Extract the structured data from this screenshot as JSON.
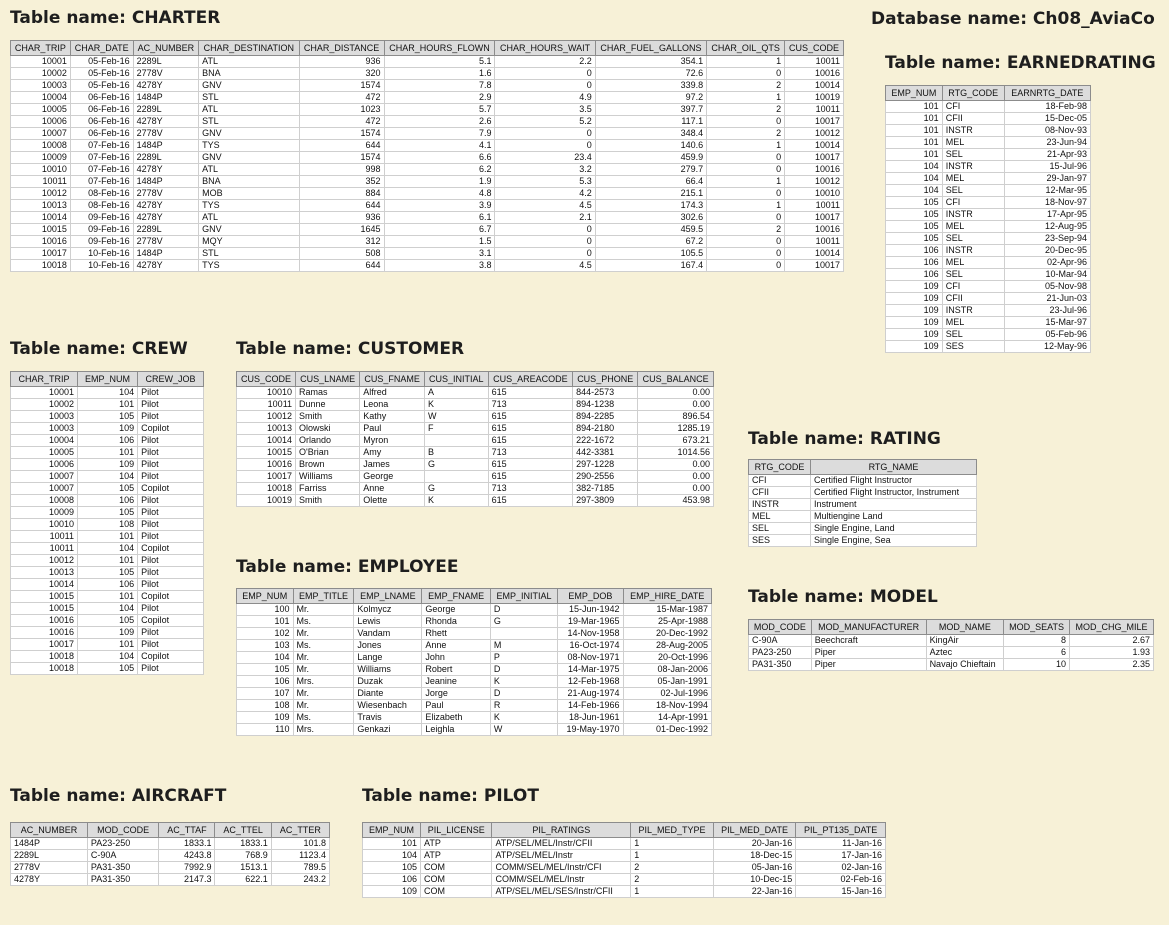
{
  "database_title": "Database name: Ch08_AviaCo",
  "tables": [
    {
      "id": "charter",
      "title": "Table name: CHARTER",
      "columns": [
        "CHAR_TRIP",
        "CHAR_DATE",
        "AC_NUMBER",
        "CHAR_DESTINATION",
        "CHAR_DISTANCE",
        "CHAR_HOURS_FLOWN",
        "CHAR_HOURS_WAIT",
        "CHAR_FUEL_GALLONS",
        "CHAR_OIL_QTS",
        "CUS_CODE"
      ],
      "align": [
        "n",
        "n",
        "l",
        "l",
        "n",
        "n",
        "n",
        "n",
        "n",
        "n"
      ],
      "rows": [
        [
          "10001",
          "05-Feb-16",
          "2289L",
          "ATL",
          "936",
          "5.1",
          "2.2",
          "354.1",
          "1",
          "10011"
        ],
        [
          "10002",
          "05-Feb-16",
          "2778V",
          "BNA",
          "320",
          "1.6",
          "0",
          "72.6",
          "0",
          "10016"
        ],
        [
          "10003",
          "05-Feb-16",
          "4278Y",
          "GNV",
          "1574",
          "7.8",
          "0",
          "339.8",
          "2",
          "10014"
        ],
        [
          "10004",
          "06-Feb-16",
          "1484P",
          "STL",
          "472",
          "2.9",
          "4.9",
          "97.2",
          "1",
          "10019"
        ],
        [
          "10005",
          "06-Feb-16",
          "2289L",
          "ATL",
          "1023",
          "5.7",
          "3.5",
          "397.7",
          "2",
          "10011"
        ],
        [
          "10006",
          "06-Feb-16",
          "4278Y",
          "STL",
          "472",
          "2.6",
          "5.2",
          "117.1",
          "0",
          "10017"
        ],
        [
          "10007",
          "06-Feb-16",
          "2778V",
          "GNV",
          "1574",
          "7.9",
          "0",
          "348.4",
          "2",
          "10012"
        ],
        [
          "10008",
          "07-Feb-16",
          "1484P",
          "TYS",
          "644",
          "4.1",
          "0",
          "140.6",
          "1",
          "10014"
        ],
        [
          "10009",
          "07-Feb-16",
          "2289L",
          "GNV",
          "1574",
          "6.6",
          "23.4",
          "459.9",
          "0",
          "10017"
        ],
        [
          "10010",
          "07-Feb-16",
          "4278Y",
          "ATL",
          "998",
          "6.2",
          "3.2",
          "279.7",
          "0",
          "10016"
        ],
        [
          "10011",
          "07-Feb-16",
          "1484P",
          "BNA",
          "352",
          "1.9",
          "5.3",
          "66.4",
          "1",
          "10012"
        ],
        [
          "10012",
          "08-Feb-16",
          "2778V",
          "MOB",
          "884",
          "4.8",
          "4.2",
          "215.1",
          "0",
          "10010"
        ],
        [
          "10013",
          "08-Feb-16",
          "4278Y",
          "TYS",
          "644",
          "3.9",
          "4.5",
          "174.3",
          "1",
          "10011"
        ],
        [
          "10014",
          "09-Feb-16",
          "4278Y",
          "ATL",
          "936",
          "6.1",
          "2.1",
          "302.6",
          "0",
          "10017"
        ],
        [
          "10015",
          "09-Feb-16",
          "2289L",
          "GNV",
          "1645",
          "6.7",
          "0",
          "459.5",
          "2",
          "10016"
        ],
        [
          "10016",
          "09-Feb-16",
          "2778V",
          "MQY",
          "312",
          "1.5",
          "0",
          "67.2",
          "0",
          "10011"
        ],
        [
          "10017",
          "10-Feb-16",
          "1484P",
          "STL",
          "508",
          "3.1",
          "0",
          "105.5",
          "0",
          "10014"
        ],
        [
          "10018",
          "10-Feb-16",
          "4278Y",
          "TYS",
          "644",
          "3.8",
          "4.5",
          "167.4",
          "0",
          "10017"
        ]
      ]
    },
    {
      "id": "earnedrating",
      "title": "Table name: EARNEDRATING",
      "columns": [
        "EMP_NUM",
        "RTG_CODE",
        "EARNRTG_DATE"
      ],
      "align": [
        "n",
        "l",
        "n"
      ],
      "rows": [
        [
          "101",
          "CFI",
          "18-Feb-98"
        ],
        [
          "101",
          "CFII",
          "15-Dec-05"
        ],
        [
          "101",
          "INSTR",
          "08-Nov-93"
        ],
        [
          "101",
          "MEL",
          "23-Jun-94"
        ],
        [
          "101",
          "SEL",
          "21-Apr-93"
        ],
        [
          "104",
          "INSTR",
          "15-Jul-96"
        ],
        [
          "104",
          "MEL",
          "29-Jan-97"
        ],
        [
          "104",
          "SEL",
          "12-Mar-95"
        ],
        [
          "105",
          "CFI",
          "18-Nov-97"
        ],
        [
          "105",
          "INSTR",
          "17-Apr-95"
        ],
        [
          "105",
          "MEL",
          "12-Aug-95"
        ],
        [
          "105",
          "SEL",
          "23-Sep-94"
        ],
        [
          "106",
          "INSTR",
          "20-Dec-95"
        ],
        [
          "106",
          "MEL",
          "02-Apr-96"
        ],
        [
          "106",
          "SEL",
          "10-Mar-94"
        ],
        [
          "109",
          "CFI",
          "05-Nov-98"
        ],
        [
          "109",
          "CFII",
          "21-Jun-03"
        ],
        [
          "109",
          "INSTR",
          "23-Jul-96"
        ],
        [
          "109",
          "MEL",
          "15-Mar-97"
        ],
        [
          "109",
          "SEL",
          "05-Feb-96"
        ],
        [
          "109",
          "SES",
          "12-May-96"
        ]
      ]
    },
    {
      "id": "crew",
      "title": "Table name: CREW",
      "columns": [
        "CHAR_TRIP",
        "EMP_NUM",
        "CREW_JOB"
      ],
      "align": [
        "n",
        "n",
        "l"
      ],
      "rows": [
        [
          "10001",
          "104",
          "Pilot"
        ],
        [
          "10002",
          "101",
          "Pilot"
        ],
        [
          "10003",
          "105",
          "Pilot"
        ],
        [
          "10003",
          "109",
          "Copilot"
        ],
        [
          "10004",
          "106",
          "Pilot"
        ],
        [
          "10005",
          "101",
          "Pilot"
        ],
        [
          "10006",
          "109",
          "Pilot"
        ],
        [
          "10007",
          "104",
          "Pilot"
        ],
        [
          "10007",
          "105",
          "Copilot"
        ],
        [
          "10008",
          "106",
          "Pilot"
        ],
        [
          "10009",
          "105",
          "Pilot"
        ],
        [
          "10010",
          "108",
          "Pilot"
        ],
        [
          "10011",
          "101",
          "Pilot"
        ],
        [
          "10011",
          "104",
          "Copilot"
        ],
        [
          "10012",
          "101",
          "Pilot"
        ],
        [
          "10013",
          "105",
          "Pilot"
        ],
        [
          "10014",
          "106",
          "Pilot"
        ],
        [
          "10015",
          "101",
          "Copilot"
        ],
        [
          "10015",
          "104",
          "Pilot"
        ],
        [
          "10016",
          "105",
          "Copilot"
        ],
        [
          "10016",
          "109",
          "Pilot"
        ],
        [
          "10017",
          "101",
          "Pilot"
        ],
        [
          "10018",
          "104",
          "Copilot"
        ],
        [
          "10018",
          "105",
          "Pilot"
        ]
      ]
    },
    {
      "id": "customer",
      "title": "Table name: CUSTOMER",
      "columns": [
        "CUS_CODE",
        "CUS_LNAME",
        "CUS_FNAME",
        "CUS_INITIAL",
        "CUS_AREACODE",
        "CUS_PHONE",
        "CUS_BALANCE"
      ],
      "align": [
        "n",
        "l",
        "l",
        "l",
        "l",
        "l",
        "n"
      ],
      "rows": [
        [
          "10010",
          "Ramas",
          "Alfred",
          "A",
          "615",
          "844-2573",
          "0.00"
        ],
        [
          "10011",
          "Dunne",
          "Leona",
          "K",
          "713",
          "894-1238",
          "0.00"
        ],
        [
          "10012",
          "Smith",
          "Kathy",
          "W",
          "615",
          "894-2285",
          "896.54"
        ],
        [
          "10013",
          "Olowski",
          "Paul",
          "F",
          "615",
          "894-2180",
          "1285.19"
        ],
        [
          "10014",
          "Orlando",
          "Myron",
          "",
          "615",
          "222-1672",
          "673.21"
        ],
        [
          "10015",
          "O'Brian",
          "Amy",
          "B",
          "713",
          "442-3381",
          "1014.56"
        ],
        [
          "10016",
          "Brown",
          "James",
          "G",
          "615",
          "297-1228",
          "0.00"
        ],
        [
          "10017",
          "Williams",
          "George",
          "",
          "615",
          "290-2556",
          "0.00"
        ],
        [
          "10018",
          "Farriss",
          "Anne",
          "G",
          "713",
          "382-7185",
          "0.00"
        ],
        [
          "10019",
          "Smith",
          "Olette",
          "K",
          "615",
          "297-3809",
          "453.98"
        ]
      ]
    },
    {
      "id": "rating",
      "title": "Table name: RATING",
      "columns": [
        "RTG_CODE",
        "RTG_NAME"
      ],
      "align": [
        "l",
        "l"
      ],
      "rows": [
        [
          "CFI",
          "Certified Flight Instructor"
        ],
        [
          "CFII",
          "Certified Flight Instructor, Instrument"
        ],
        [
          "INSTR",
          "Instrument"
        ],
        [
          "MEL",
          "Multiengine Land"
        ],
        [
          "SEL",
          "Single Engine, Land"
        ],
        [
          "SES",
          "Single Engine, Sea"
        ]
      ]
    },
    {
      "id": "employee",
      "title": "Table name: EMPLOYEE",
      "columns": [
        "EMP_NUM",
        "EMP_TITLE",
        "EMP_LNAME",
        "EMP_FNAME",
        "EMP_INITIAL",
        "EMP_DOB",
        "EMP_HIRE_DATE"
      ],
      "align": [
        "n",
        "l",
        "l",
        "l",
        "l",
        "n",
        "n"
      ],
      "rows": [
        [
          "100",
          "Mr.",
          "Kolmycz",
          "George",
          "D",
          "15-Jun-1942",
          "15-Mar-1987"
        ],
        [
          "101",
          "Ms.",
          "Lewis",
          "Rhonda",
          "G",
          "19-Mar-1965",
          "25-Apr-1988"
        ],
        [
          "102",
          "Mr.",
          "Vandam",
          "Rhett",
          "",
          "14-Nov-1958",
          "20-Dec-1992"
        ],
        [
          "103",
          "Ms.",
          "Jones",
          "Anne",
          "M",
          "16-Oct-1974",
          "28-Aug-2005"
        ],
        [
          "104",
          "Mr.",
          "Lange",
          "John",
          "P",
          "08-Nov-1971",
          "20-Oct-1996"
        ],
        [
          "105",
          "Mr.",
          "Williams",
          "Robert",
          "D",
          "14-Mar-1975",
          "08-Jan-2006"
        ],
        [
          "106",
          "Mrs.",
          "Duzak",
          "Jeanine",
          "K",
          "12-Feb-1968",
          "05-Jan-1991"
        ],
        [
          "107",
          "Mr.",
          "Diante",
          "Jorge",
          "D",
          "21-Aug-1974",
          "02-Jul-1996"
        ],
        [
          "108",
          "Mr.",
          "Wiesenbach",
          "Paul",
          "R",
          "14-Feb-1966",
          "18-Nov-1994"
        ],
        [
          "109",
          "Ms.",
          "Travis",
          "Elizabeth",
          "K",
          "18-Jun-1961",
          "14-Apr-1991"
        ],
        [
          "110",
          "Mrs.",
          "Genkazi",
          "Leighla",
          "W",
          "19-May-1970",
          "01-Dec-1992"
        ]
      ]
    },
    {
      "id": "model",
      "title": "Table name: MODEL",
      "columns": [
        "MOD_CODE",
        "MOD_MANUFACTURER",
        "MOD_NAME",
        "MOD_SEATS",
        "MOD_CHG_MILE"
      ],
      "align": [
        "l",
        "l",
        "l",
        "n",
        "n"
      ],
      "rows": [
        [
          "C-90A",
          "Beechcraft",
          "KingAir",
          "8",
          "2.67"
        ],
        [
          "PA23-250",
          "Piper",
          "Aztec",
          "6",
          "1.93"
        ],
        [
          "PA31-350",
          "Piper",
          "Navajo Chieftain",
          "10",
          "2.35"
        ]
      ]
    },
    {
      "id": "aircraft",
      "title": "Table name: AIRCRAFT",
      "columns": [
        "AC_NUMBER",
        "MOD_CODE",
        "AC_TTAF",
        "AC_TTEL",
        "AC_TTER"
      ],
      "align": [
        "l",
        "l",
        "n",
        "n",
        "n"
      ],
      "rows": [
        [
          "1484P",
          "PA23-250",
          "1833.1",
          "1833.1",
          "101.8"
        ],
        [
          "2289L",
          "C-90A",
          "4243.8",
          "768.9",
          "1123.4"
        ],
        [
          "2778V",
          "PA31-350",
          "7992.9",
          "1513.1",
          "789.5"
        ],
        [
          "4278Y",
          "PA31-350",
          "2147.3",
          "622.1",
          "243.2"
        ]
      ]
    },
    {
      "id": "pilot",
      "title": "Table name: PILOT",
      "columns": [
        "EMP_NUM",
        "PIL_LICENSE",
        "PIL_RATINGS",
        "PIL_MED_TYPE",
        "PIL_MED_DATE",
        "PIL_PT135_DATE"
      ],
      "align": [
        "n",
        "l",
        "l",
        "l",
        "n",
        "n"
      ],
      "rows": [
        [
          "101",
          "ATP",
          "ATP/SEL/MEL/Instr/CFII",
          "1",
          "20-Jan-16",
          "11-Jan-16"
        ],
        [
          "104",
          "ATP",
          "ATP/SEL/MEL/Instr",
          "1",
          "18-Dec-15",
          "17-Jan-16"
        ],
        [
          "105",
          "COM",
          "COMM/SEL/MEL/Instr/CFI",
          "2",
          "05-Jan-16",
          "02-Jan-16"
        ],
        [
          "106",
          "COM",
          "COMM/SEL/MEL/Instr",
          "2",
          "10-Dec-15",
          "02-Feb-16"
        ],
        [
          "109",
          "COM",
          "ATP/SEL/MEL/SES/Instr/CFII",
          "1",
          "22-Jan-16",
          "15-Jan-16"
        ]
      ]
    }
  ]
}
